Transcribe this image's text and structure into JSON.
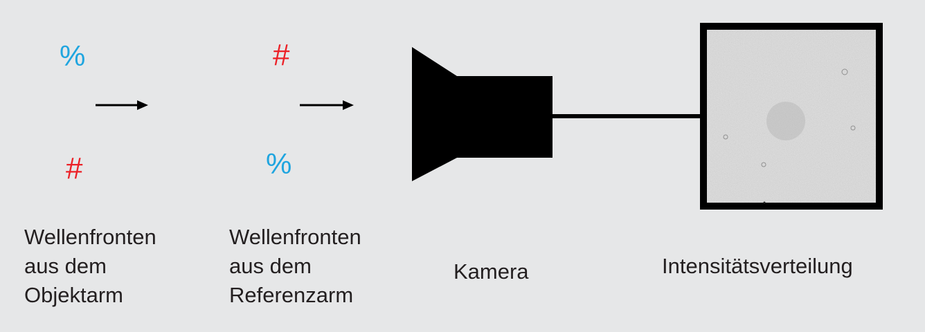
{
  "colors": {
    "background": "#e6e7e8",
    "object_symbol": "#1fa5df",
    "reference_symbol": "#ec2127",
    "ink": "#000000",
    "image_fill": "#b9b9b9"
  },
  "object_arm": {
    "symbol_top": "%",
    "symbol_bottom": "#",
    "caption": [
      "Wellenfronten",
      "aus dem",
      "Objektarm"
    ]
  },
  "reference_arm": {
    "symbol_top": "#",
    "symbol_bottom": "%",
    "caption": [
      "Wellenfronten",
      "aus dem",
      "Referenzarm"
    ]
  },
  "camera": {
    "icon": "camera-icon",
    "caption": "Kamera"
  },
  "intensity": {
    "caption": "Intensitätsverteilung"
  }
}
